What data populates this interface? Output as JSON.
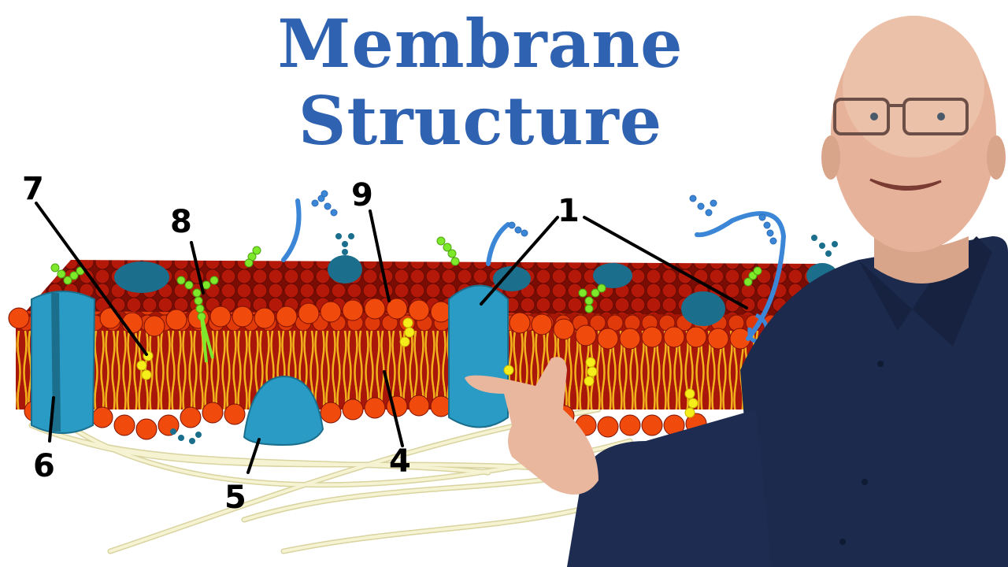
{
  "title": {
    "line1": "Membrane",
    "line2": "Structure",
    "color": "#2f62b0"
  },
  "diagram": {
    "subject": "cell-membrane-fluid-mosaic",
    "labels": [
      {
        "id": "1",
        "text": "1",
        "points_to": "integral-protein (two leader lines)"
      },
      {
        "id": "4",
        "text": "4",
        "points_to": "phospholipid-tail"
      },
      {
        "id": "5",
        "text": "5",
        "points_to": "peripheral-protein"
      },
      {
        "id": "6",
        "text": "6",
        "points_to": "channel-protein"
      },
      {
        "id": "7",
        "text": "7",
        "points_to": "cholesterol"
      },
      {
        "id": "8",
        "text": "8",
        "points_to": "glycolipid"
      },
      {
        "id": "9",
        "text": "9",
        "points_to": "phospholipid-head"
      }
    ],
    "colors": {
      "phospholipid_head": "#f04a0c",
      "phospholipid_head_dark": "#a81606",
      "tail": "#f2b21c",
      "protein": "#2a9bc4",
      "protein_dark": "#1b6f8c",
      "cholesterol": "#f5ee1a",
      "glycolipid": "#7ee82a",
      "glycoprotein": "#3b86d6",
      "cytoskeleton": "#f3f0c8"
    }
  },
  "presenter": {
    "description": "smiling man with glasses in navy shirt pointing at membrane",
    "shirt_color": "#1c2a4e"
  }
}
